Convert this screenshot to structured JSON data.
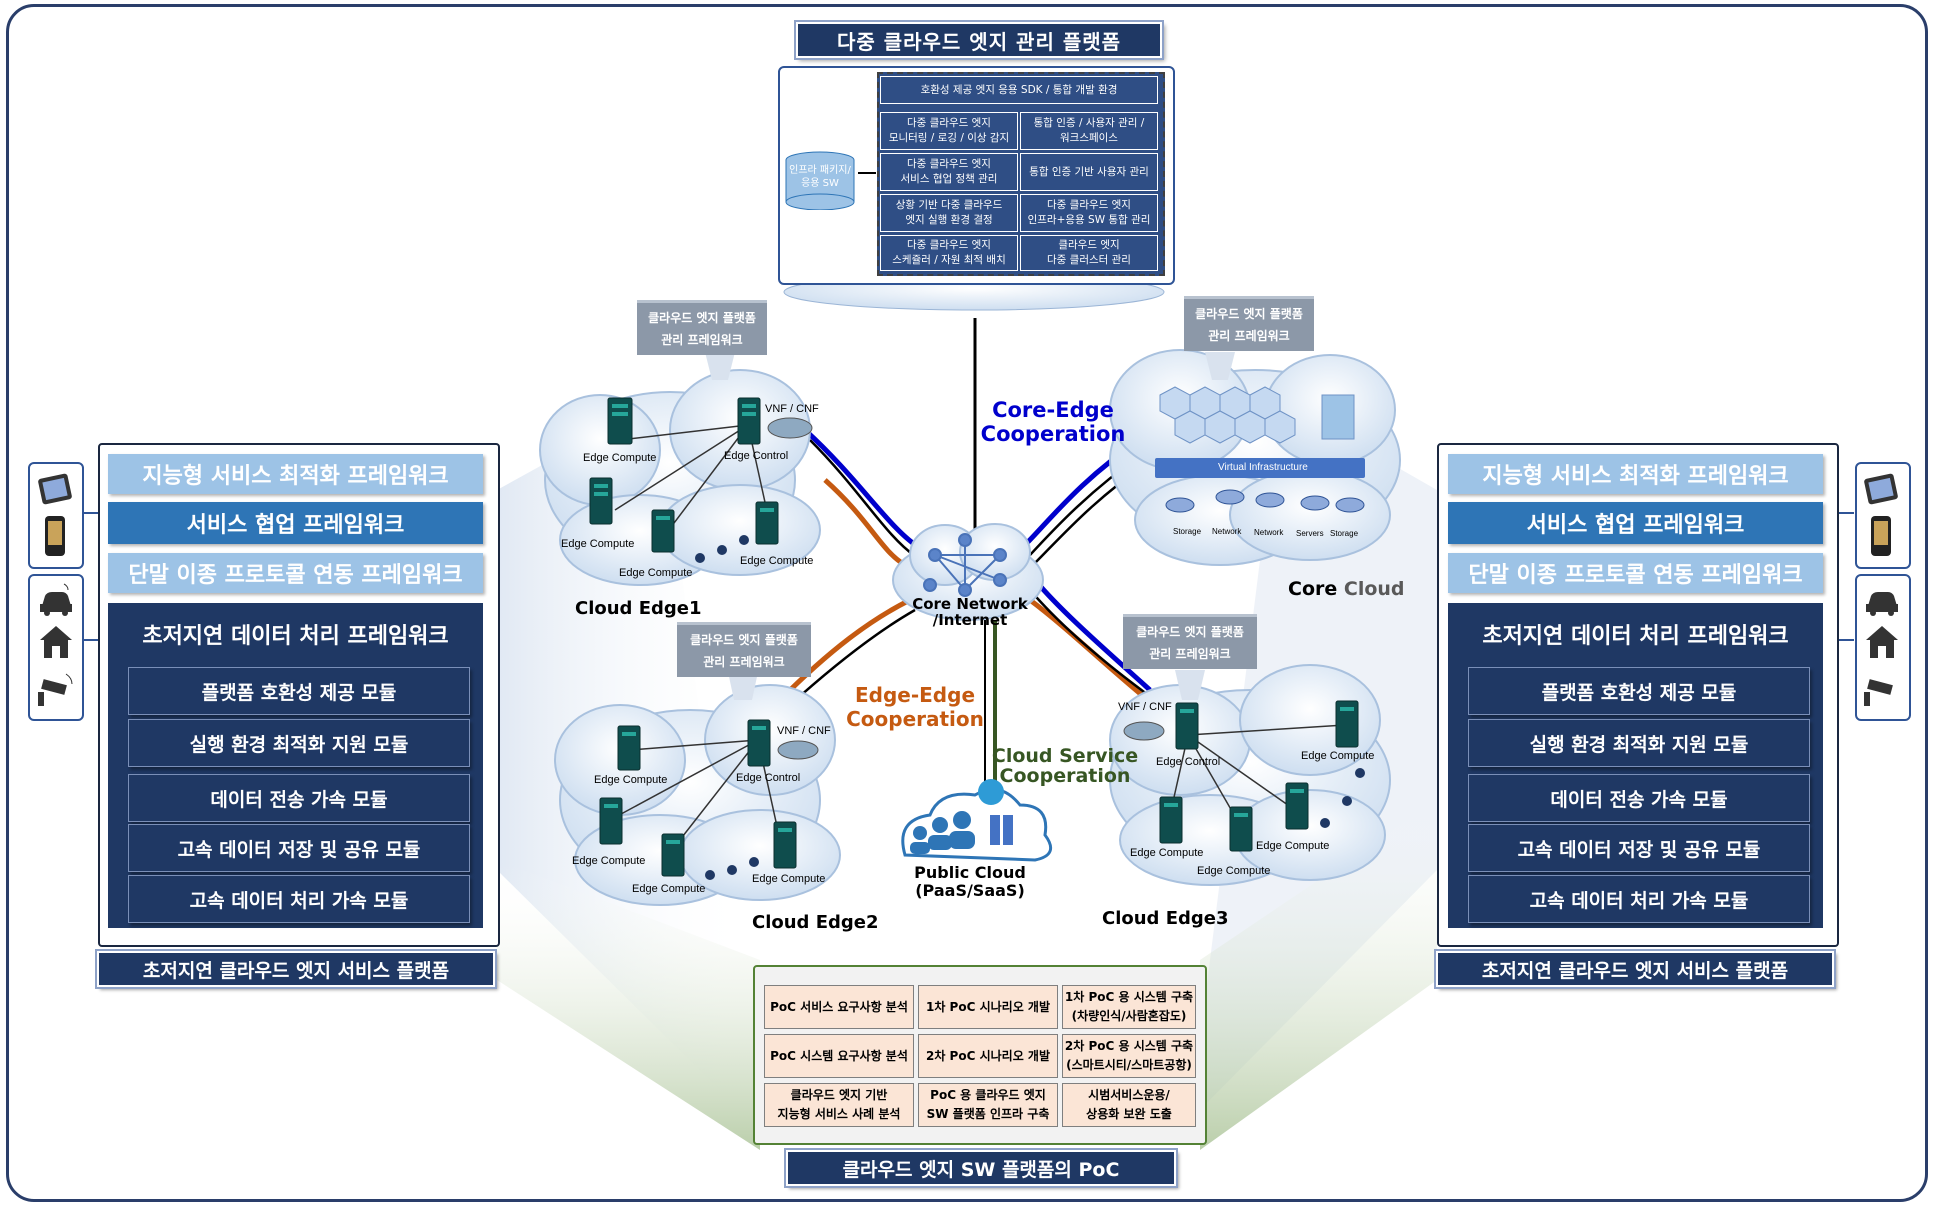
{
  "top": {
    "title": "다중 클라우드 엣지 관리 플랫폼",
    "sdk_bar": "호환성 제공 엣지 응용 SDK / 통합 개발 환경",
    "cells": [
      "다중 클라우드 엣지\n모니터링 / 로깅 / 이상 감지",
      "통합 인증 / 사용자 관리 /\n워크스페이스",
      "다중 클라우드 엣지\n서비스 협업 정책 관리",
      "통합 인증 기반 사용자 관리",
      "상황 기반 다중 클라우드\n엣지 실행 환경 결정",
      "다중 클라우드 엣지\n인프라+응용 SW 통합 관리",
      "다중 클라우드 엣지\n스케쥴러  /  자원 최적 배치",
      "클라우드 엣지\n다중 클러스터 관리"
    ],
    "db_label": "인프라 패키지/\n응용 SW"
  },
  "mgmt_tag": "클라우드 엣지 플랫폼\n관리 프레임워크",
  "left_panel": {
    "bars": [
      "지능형 서비스 최적화 프레임워크",
      "서비스 협업 프레임워크",
      "단말 이종 프로토콜 연동 프레임워크"
    ],
    "ultra_title": "초저지연 데이터 처리 프레임워크",
    "modules": [
      "플랫폼 호환성 제공 모듈",
      "실행 환경 최적화 지원 모듈",
      "데이터 전송 가속 모듈",
      "고속 데이터 저장 및 공유 모듈",
      "고속 데이터 처리 가속 모듈"
    ],
    "caption": "초저지연 클라우드 엣지 서비스 플랫폼"
  },
  "right_panel": {
    "bars": [
      "지능형 서비스 최적화 프레임워크",
      "서비스 협업 프레임워크",
      "단말 이종 프로토콜 연동 프레임워크"
    ],
    "ultra_title": "초저지연 데이터 처리 프레임워크",
    "modules": [
      "플랫폼 호환성 제공 모듈",
      "실행 환경 최적화 지원 모듈",
      "데이터 전송 가속 모듈",
      "고속 데이터 저장 및 공유 모듈",
      "고속 데이터 처리 가속 모듈"
    ],
    "caption": "초저지연 클라우드 엣지 서비스 플랫폼"
  },
  "network": {
    "core_edge": "Core-Edge\nCooperation",
    "edge_edge": "Edge-Edge\nCooperation",
    "cloud_service": "Cloud Service\nCooperation",
    "core_network": "Core Network\n/Internet",
    "cloud_edge1": "Cloud Edge1",
    "cloud_edge2": "Cloud Edge2",
    "cloud_edge3": "Cloud Edge3",
    "core_cloud_a": "Core",
    "core_cloud_b": " Cloud",
    "public_cloud": "Public Cloud\n(PaaS/SaaS)",
    "vnf": "VNF / CNF",
    "edge_compute": "Edge Compute",
    "edge_compute_spaced": "Edge  Compute",
    "edge_control": "Edge  Control",
    "virtual_infra": "Virtual Infrastructure",
    "infra_items": [
      "Storage",
      "Network",
      "Network",
      "Servers",
      "Storage"
    ]
  },
  "poc": {
    "cells": [
      "PoC 서비스 요구사항 분석",
      "1차 PoC 시나리오 개발",
      "1차 PoC 용 시스템 구축\n(차량인식/사람혼잡도)",
      "PoC 시스템 요구사항 분석",
      "2차 PoC 시나리오 개발",
      "2차 PoC 용 시스템 구축\n(스마트시티/스마트공항)",
      "클라우드 엣지 기반\n지능형 서비스 사례 분석",
      "PoC 용 클라우드 엣지\nSW 플랫폼 인프라 구축",
      "시범서비스운용/\n상용화 보완 도출"
    ],
    "caption": "클라우드 엣지 SW 플랫폼의 PoC"
  },
  "colors": {
    "navy": "#1f3864",
    "mid_blue": "#2e75b6",
    "light_blue": "#9dc3e6",
    "core_edge_blue": "#0000cc",
    "edge_edge_orange": "#c55a11",
    "cloud_service_green": "#375623"
  },
  "icons": [
    "tablet-icon",
    "phone-icon",
    "car-icon",
    "smart-home-icon",
    "cctv-icon"
  ]
}
